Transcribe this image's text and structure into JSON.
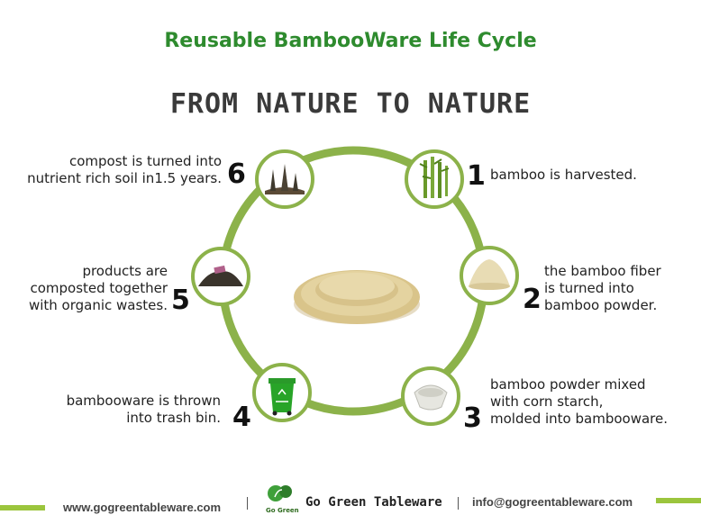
{
  "title": "Reusable BambooWare Life Cycle",
  "subtitle": "FROM NATURE TO NATURE",
  "colors": {
    "green": "#8cb24a",
    "title_green": "#2e8b2e",
    "footer_green": "#9bc53d"
  },
  "steps": [
    {
      "number": "1",
      "text_lines": [
        "bamboo is harvested."
      ],
      "icon": "bamboo-icon"
    },
    {
      "number": "2",
      "text_lines": [
        "the bamboo fiber",
        "is turned into",
        "bamboo powder."
      ],
      "icon": "powder-icon"
    },
    {
      "number": "3",
      "text_lines": [
        "bamboo powder mixed",
        "with corn starch,",
        "molded into bambooware."
      ],
      "icon": "molded-bowl-icon"
    },
    {
      "number": "4",
      "text_lines": [
        "bambooware is thrown",
        "into trash bin."
      ],
      "icon": "trash-bin-icon"
    },
    {
      "number": "5",
      "text_lines": [
        "products are",
        "composted together",
        "with organic wastes."
      ],
      "icon": "compost-pile-icon"
    },
    {
      "number": "6",
      "text_lines": [
        "compost is turned into",
        "nutrient rich soil in1.5 years."
      ],
      "icon": "soil-sprouts-icon"
    }
  ],
  "center_icon": "bamboo-plates-icon",
  "footer": {
    "website": "www.gogreentableware.com",
    "brand": "Go Green Tableware",
    "email": "info@gogreentableware.com",
    "logo_text": "Go Green"
  }
}
